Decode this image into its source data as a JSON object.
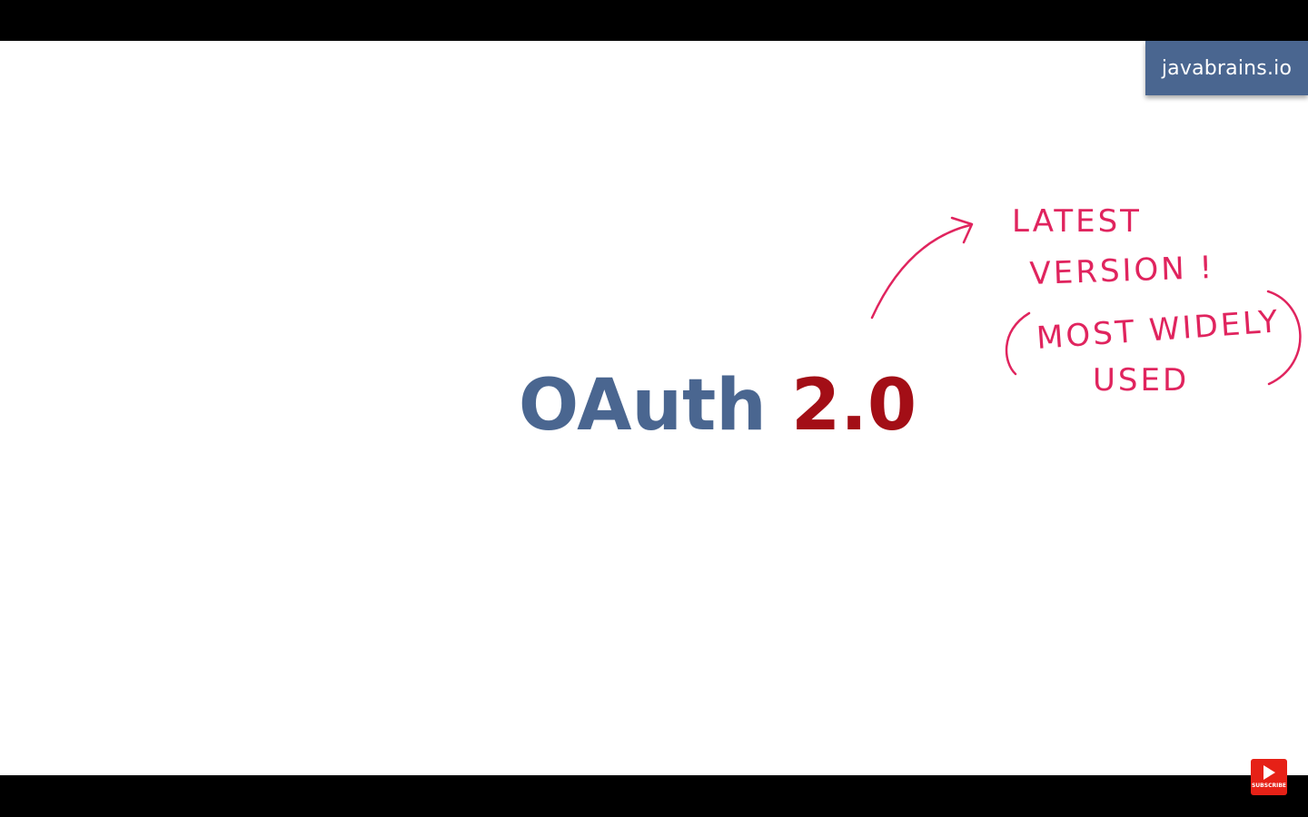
{
  "brand": {
    "label": "javabrains.io"
  },
  "slide": {
    "title_word": "OAuth",
    "title_version": "2.0"
  },
  "annotation": {
    "line1": "LATEST",
    "line2": "VERSION !",
    "line3": "MOST  WIDELY",
    "line4": "USED"
  },
  "subscribe": {
    "label": "SUBSCRIBE",
    "icon": "play-icon"
  },
  "colors": {
    "brand_badge": "#4a6690",
    "title_blue": "#4a6690",
    "title_red": "#a30e16",
    "annotation_pink": "#e0245e",
    "subscribe_red": "#e62117"
  }
}
